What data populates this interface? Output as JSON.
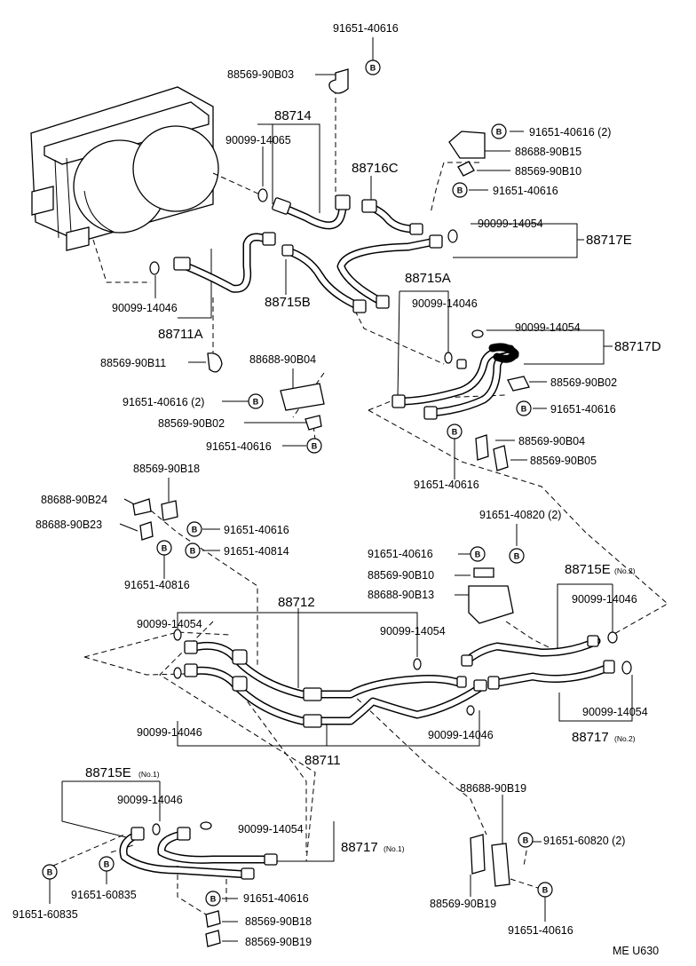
{
  "diagram": {
    "footer_code": "ME U630",
    "bolt_marker": "B",
    "labels": {
      "p91651_40616_top": "91651-40616",
      "p88569_90B03": "88569-90B03",
      "p88714": "88714",
      "p90099_14065": "90099-14065",
      "p91651_40616_2_top": "91651-40616 (2)",
      "p88688_90B15": "88688-90B15",
      "p88569_90B10_top": "88569-90B10",
      "p91651_40616_r1": "91651-40616",
      "p88716C": "88716C",
      "p90099_14054_a": "90099-14054",
      "p88717E": "88717E",
      "p90099_14046_a": "90099-14046",
      "p88711A": "88711A",
      "p88715B": "88715B",
      "p88715A": "88715A",
      "p90099_14046_b": "90099-14046",
      "p90099_14054_b": "90099-14054",
      "p88717D": "88717D",
      "p88569_90B11": "88569-90B11",
      "p88688_90B04": "88688-90B04",
      "p91651_40616_2_mid": "91651-40616 (2)",
      "p88569_90B02_mid": "88569-90B02",
      "p91651_40616_mid": "91651-40616",
      "p88569_90B02_r": "88569-90B02",
      "p91651_40616_r2": "91651-40616",
      "p88569_90B04": "88569-90B04",
      "p88569_90B05": "88569-90B05",
      "p91651_40616_r3": "91651-40616",
      "p88569_90B18_top": "88569-90B18",
      "p88688_90B24": "88688-90B24",
      "p88688_90B23": "88688-90B23",
      "p91651_40616_l": "91651-40616",
      "p91651_40814": "91651-40814",
      "p91651_40816": "91651-40816",
      "p91651_40820_2": "91651-40820 (2)",
      "p91651_40616_c": "91651-40616",
      "p88569_90B10_c": "88569-90B10",
      "p88688_90B13": "88688-90B13",
      "p88715E_no2": "88715E",
      "p88715E_no2_sub": "(No.2)",
      "p90099_14046_c": "90099-14046",
      "p88712": "88712",
      "p90099_14054_c": "90099-14054",
      "p90099_14054_d": "90099-14054",
      "p90099_14046_d": "90099-14046",
      "p90099_14046_e": "90099-14046",
      "p88711": "88711",
      "p90099_14054_e": "90099-14054",
      "p88717_no2": "88717",
      "p88717_no2_sub": "(No.2)",
      "p88715E_no1": "88715E",
      "p88715E_no1_sub": "(No.1)",
      "p90099_14046_f": "90099-14046",
      "p90099_14054_f": "90099-14054",
      "p88717_no1": "88717",
      "p88717_no1_sub": "(No.1)",
      "p91651_60835_a": "91651-60835",
      "p91651_60835_b": "91651-60835",
      "p91651_40616_b": "91651-40616",
      "p88569_90B18_b": "88569-90B18",
      "p88569_90B19_b": "88569-90B19",
      "p88688_90B19": "88688-90B19",
      "p91651_60820_2": "91651-60820 (2)",
      "p88569_90B19_r": "88569-90B19",
      "p91651_40616_br": "91651-40616"
    }
  }
}
